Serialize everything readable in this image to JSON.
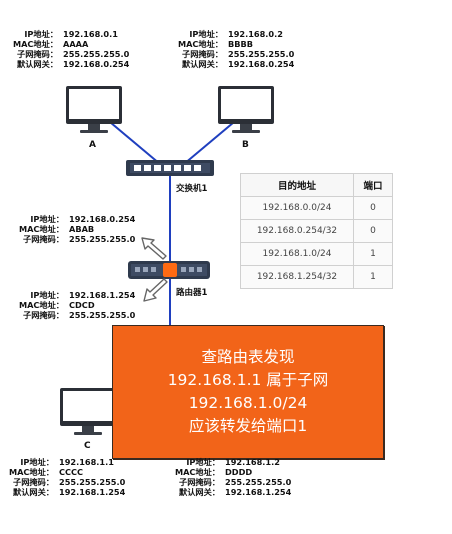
{
  "hosts": {
    "a": {
      "name": "A",
      "ip_label": "IP地址：",
      "ip": "192.168.0.1",
      "mac_label": "MAC地址：",
      "mac": "AAAA",
      "mask_label": "子网掩码：",
      "mask": "255.255.255.0",
      "gw_label": "默认网关：",
      "gw": "192.168.0.254"
    },
    "b": {
      "name": "B",
      "ip_label": "IP地址：",
      "ip": "192.168.0.2",
      "mac_label": "MAC地址：",
      "mac": "BBBB",
      "mask_label": "子网掩码：",
      "mask": "255.255.255.0",
      "gw_label": "默认网关：",
      "gw": "192.168.0.254"
    },
    "c": {
      "name": "C",
      "ip_label": "IP地址：",
      "ip": "192.168.1.1",
      "mac_label": "MAC地址：",
      "mac": "CCCC",
      "mask_label": "子网掩码：",
      "mask": "255.255.255.0",
      "gw_label": "默认网关：",
      "gw": "192.168.1.254"
    },
    "d": {
      "ip_label": "IP地址：",
      "ip": "192.168.1.2",
      "mac_label": "MAC地址：",
      "mac": "DDDD",
      "mask_label": "子网掩码：",
      "mask": "255.255.255.0",
      "gw_label": "默认网关：",
      "gw": "192.168.1.254"
    }
  },
  "switch": {
    "name": "交换机1"
  },
  "router": {
    "name": "路由器1",
    "port0": {
      "ip_label": "IP地址：",
      "ip": "192.168.0.254",
      "mac_label": "MAC地址：",
      "mac": "ABAB",
      "mask_label": "子网掩码：",
      "mask": "255.255.255.0"
    },
    "port1": {
      "ip_label": "IP地址：",
      "ip": "192.168.1.254",
      "mac_label": "MAC地址：",
      "mac": "CDCD",
      "mask_label": "子网掩码：",
      "mask": "255.255.255.0"
    }
  },
  "route_table": {
    "headers": [
      "目的地址",
      "端口"
    ],
    "rows": [
      [
        "192.168.0.0/24",
        "0"
      ],
      [
        "192.168.0.254/32",
        "0"
      ],
      [
        "192.168.1.0/24",
        "1"
      ],
      [
        "192.168.1.254/32",
        "1"
      ]
    ]
  },
  "callout": {
    "line1": "查路由表发现",
    "line2": "192.168.1.1 属于子网",
    "line3": "192.168.1.0/24",
    "line4": "应该转发给端口1"
  },
  "colors": {
    "link": "#1f3fbf",
    "callout_bg": "#f26419",
    "device": "#2f3a4d",
    "router_accent": "#ff6a13"
  }
}
